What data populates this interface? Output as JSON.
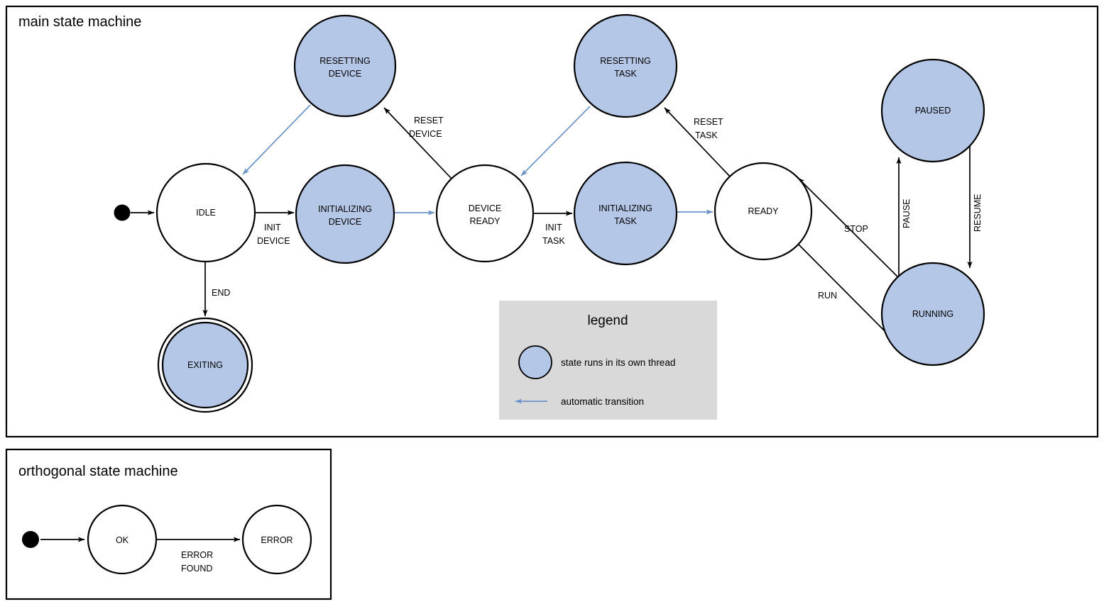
{
  "colors": {
    "thread_state_fill": "#b4c7e7",
    "plain_state_fill": "#ffffff",
    "stroke": "#000000",
    "auto_transition": "#6c94c8",
    "legend_bg": "#d9d9d9",
    "page_bg": "#ffffff"
  },
  "main_frame": {
    "title": "main state machine"
  },
  "orthogonal_frame": {
    "title": "orthogonal state machine"
  },
  "main_states": [
    {
      "id": "idle",
      "label_lines": [
        "IDLE"
      ],
      "thread": false,
      "final": false
    },
    {
      "id": "initializing-device",
      "label_lines": [
        "INITIALIZING",
        "DEVICE"
      ],
      "thread": true,
      "final": false
    },
    {
      "id": "resetting-device",
      "label_lines": [
        "RESETTING",
        "DEVICE"
      ],
      "thread": true,
      "final": false
    },
    {
      "id": "device-ready",
      "label_lines": [
        "DEVICE",
        "READY"
      ],
      "thread": false,
      "final": false
    },
    {
      "id": "initializing-task",
      "label_lines": [
        "INITIALIZING",
        "TASK"
      ],
      "thread": true,
      "final": false
    },
    {
      "id": "resetting-task",
      "label_lines": [
        "RESETTING",
        "TASK"
      ],
      "thread": true,
      "final": false
    },
    {
      "id": "ready",
      "label_lines": [
        "READY"
      ],
      "thread": false,
      "final": false
    },
    {
      "id": "paused",
      "label_lines": [
        "PAUSED"
      ],
      "thread": true,
      "final": false
    },
    {
      "id": "running",
      "label_lines": [
        "RUNNING"
      ],
      "thread": true,
      "final": false
    },
    {
      "id": "exiting",
      "label_lines": [
        "EXITING"
      ],
      "thread": true,
      "final": true
    }
  ],
  "main_transitions": [
    {
      "id": "start-to-idle",
      "label_lines": [],
      "auto": false
    },
    {
      "id": "idle-to-initializing-device",
      "label_lines": [
        "INIT",
        "DEVICE"
      ],
      "auto": false
    },
    {
      "id": "initializing-device-to-device-ready",
      "label_lines": [],
      "auto": true
    },
    {
      "id": "resetting-device-to-idle",
      "label_lines": [],
      "auto": true
    },
    {
      "id": "device-ready-to-resetting-device",
      "label_lines": [
        "RESET",
        "DEVICE"
      ],
      "auto": false
    },
    {
      "id": "device-ready-to-initializing-task",
      "label_lines": [
        "INIT",
        "TASK"
      ],
      "auto": false
    },
    {
      "id": "initializing-task-to-ready",
      "label_lines": [],
      "auto": true
    },
    {
      "id": "resetting-task-to-device-ready",
      "label_lines": [],
      "auto": true
    },
    {
      "id": "ready-to-resetting-task",
      "label_lines": [
        "RESET",
        "TASK"
      ],
      "auto": false
    },
    {
      "id": "ready-to-running",
      "label_lines": [
        "RUN"
      ],
      "auto": false
    },
    {
      "id": "running-to-ready",
      "label_lines": [
        "STOP"
      ],
      "auto": false
    },
    {
      "id": "running-to-paused",
      "label_lines": [
        "PAUSE"
      ],
      "auto": false
    },
    {
      "id": "paused-to-running",
      "label_lines": [
        "RESUME"
      ],
      "auto": false
    },
    {
      "id": "idle-to-exiting",
      "label_lines": [
        "END"
      ],
      "auto": false
    }
  ],
  "main_edge_labels": {
    "init_device_1": "INIT",
    "init_device_2": "DEVICE",
    "reset_device_1": "RESET",
    "reset_device_2": "DEVICE",
    "init_task_1": "INIT",
    "init_task_2": "TASK",
    "reset_task_1": "RESET",
    "reset_task_2": "TASK",
    "run": "RUN",
    "stop": "STOP",
    "pause": "PAUSE",
    "resume": "RESUME",
    "end": "END"
  },
  "state_text": {
    "idle": "IDLE",
    "initializing_device_1": "INITIALIZING",
    "initializing_device_2": "DEVICE",
    "resetting_device_1": "RESETTING",
    "resetting_device_2": "DEVICE",
    "device_ready_1": "DEVICE",
    "device_ready_2": "READY",
    "initializing_task_1": "INITIALIZING",
    "initializing_task_2": "TASK",
    "resetting_task_1": "RESETTING",
    "resetting_task_2": "TASK",
    "ready": "READY",
    "paused": "PAUSED",
    "running": "RUNNING",
    "exiting": "EXITING"
  },
  "legend": {
    "title": "legend",
    "items": [
      {
        "id": "thread-state",
        "symbol": "filled-circle",
        "text": "state runs in its own thread"
      },
      {
        "id": "auto-transition",
        "symbol": "blue-arrow",
        "text": "automatic transition"
      }
    ],
    "item_1_text": "state runs in its own thread",
    "item_2_text": "automatic transition"
  },
  "orthogonal_states": [
    {
      "id": "ok",
      "label": "OK"
    },
    {
      "id": "error",
      "label": "ERROR"
    }
  ],
  "orthogonal_text": {
    "ok": "OK",
    "error": "ERROR",
    "error_found_1": "ERROR",
    "error_found_2": "FOUND"
  },
  "orthogonal_transitions": [
    {
      "id": "start-to-ok",
      "label_lines": []
    },
    {
      "id": "ok-to-error",
      "label_lines": [
        "ERROR",
        "FOUND"
      ]
    }
  ]
}
